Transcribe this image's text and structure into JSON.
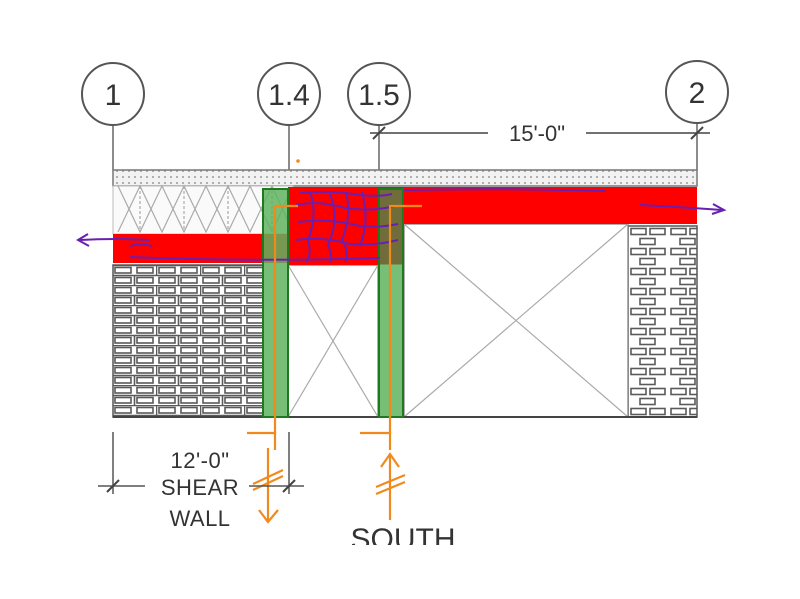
{
  "grid_lines": [
    {
      "id": "1",
      "label": "1"
    },
    {
      "id": "1-4",
      "label": "1.4"
    },
    {
      "id": "1-5",
      "label": "1.5"
    },
    {
      "id": "2",
      "label": "2"
    }
  ],
  "dimensions": {
    "top_span": "15'-0\"",
    "bottom_span": "12'-0\""
  },
  "captions": {
    "shear": "SHEAR",
    "wall": "WALL",
    "south": "SOUTH"
  },
  "colors": {
    "beam_highlight": "#ff0000",
    "shear_wall": "#5fb35f",
    "shear_wall_outline": "#1f7a1f",
    "load_arrow": "#f08a1c",
    "markup": "#6a1fb0",
    "masonry": "#555555"
  }
}
